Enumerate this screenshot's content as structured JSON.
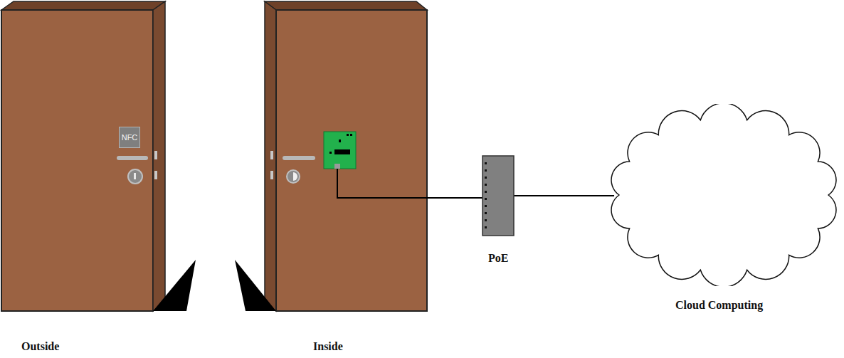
{
  "diagram": {
    "nodes": [
      {
        "text": [
          "NFC"
        ]
      },
      {
        "text": [
          "PoE"
        ]
      },
      {
        "text": [
          "Cloud Computing"
        ]
      }
    ],
    "edges": [
      {
        "from": 1,
        "to": 2,
        "arrow": "none"
      }
    ],
    "labels": [
      "Outside",
      "Inside"
    ]
  }
}
